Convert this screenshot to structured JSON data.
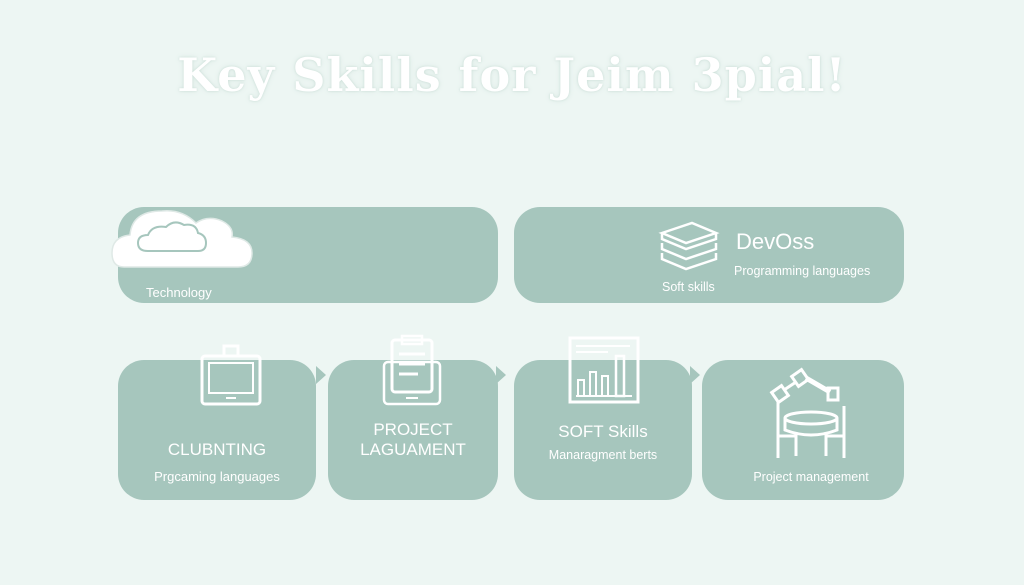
{
  "title": "Key Skills for Jeim 3pial!",
  "cards": {
    "technology": {
      "label": "Technology",
      "icon": "cloud-icon"
    },
    "devops": {
      "title": "DevOss",
      "subtitle": "Programming languages",
      "label": "Soft skills",
      "icon": "stacked-books-icon"
    },
    "clubnting": {
      "title": "CLUBNTING",
      "subtitle": "Prgcaming languages",
      "icon": "tablet-clipboard-icon"
    },
    "project": {
      "title_line1": "PROJECT",
      "title_line2": "LAGUAMENT",
      "icon": "clipboard-tablet-icon"
    },
    "soft_skills": {
      "title": "SOFT Skills",
      "subtitle": "Manaragment berts",
      "icon": "bar-chart-icon"
    },
    "project_mgmt": {
      "label": "Project management",
      "icon": "robot-arm-table-icon"
    }
  },
  "colors": {
    "background": "#edf6f3",
    "card": "#a6c6bd",
    "text": "#ffffff"
  }
}
